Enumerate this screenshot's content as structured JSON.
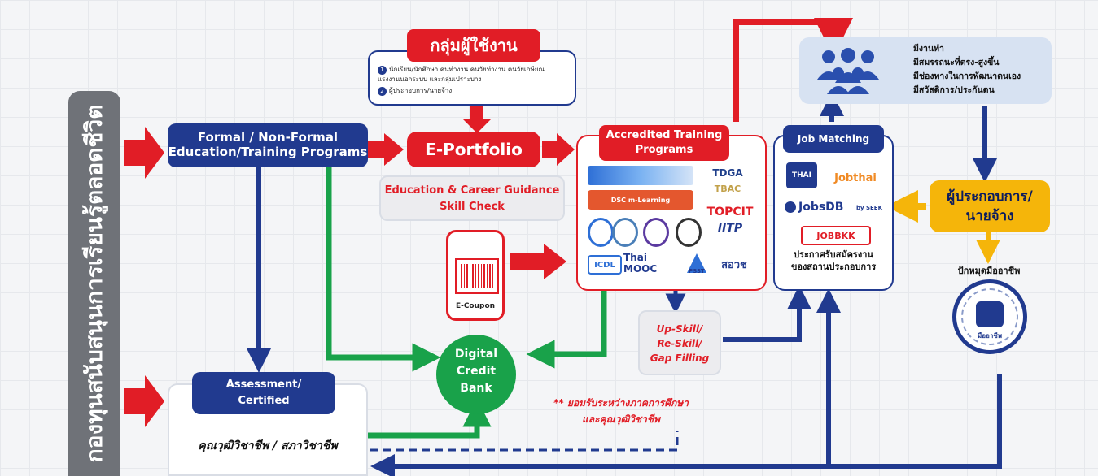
{
  "vertical_banner": "กองทุนสนับสนุนการเรียนรู้ตลอดชีวิต",
  "formal_programs": [
    "Formal / Non-Formal",
    "Education/Training Programs"
  ],
  "user_group": {
    "title": "กลุ่มผู้ใช้งาน",
    "items": [
      {
        "num": "1",
        "text": "นักเรียน/นักศึกษา คนทำงาน คนวัยทำงาน คนวัยเกษียณ แรงงานนอกระบบ และกลุ่มเปราะบาง"
      },
      {
        "num": "2",
        "text": "ผู้ประกอบการ/นายจ้าง"
      }
    ]
  },
  "eportfolio": "E-Portfolio",
  "guidance": [
    "Education & Career Guidance",
    "Skill Check"
  ],
  "ecoupon": "E-Coupon",
  "accredited": {
    "title": [
      "Accredited Training",
      "Programs"
    ],
    "logos": [
      "TDGA",
      "TBAC",
      "DSC m-Learning",
      "TOPCIT",
      "IITP",
      "ICDL",
      "Thai MOOC",
      "PSST",
      "สอวช"
    ]
  },
  "job_matching": {
    "title": "Job Matching",
    "logos": [
      "THAI",
      "Jobthai",
      "JobsDB",
      "by SEEK",
      "JOBBKK"
    ],
    "caption": [
      "ประกาศรับสมัครงาน",
      "ของสถานประกอบการ"
    ]
  },
  "outcomes": [
    "มีงานทำ",
    "มีสมรรถนะที่ตรง-สูงขึ้น",
    "มีช่องทางในการพัฒนาตนเอง",
    "มีสวัสดิการ/ประกันตน"
  ],
  "employer": [
    "ผู้ประกอบการ/",
    "นายจ้าง"
  ],
  "pin_label": "ปักหมุดมืออาชีพ",
  "badge_text": "มืออาชีพ",
  "upskill": [
    "Up-Skill/",
    "Re-Skill/",
    "Gap Filling"
  ],
  "credit_bank": [
    "Digital",
    "Credit",
    "Bank"
  ],
  "credit_note": [
    "** ยอมรับระหว่างภาคการศึกษา",
    "และคุณวุฒิวิชาชีพ"
  ],
  "assessment": {
    "title": [
      "Assessment/",
      "Certified"
    ],
    "qualification": "คุณวุฒิวิชาชีพ / สภาวิชาชีพ"
  },
  "colors": {
    "red": "#e11d26",
    "navy": "#213a8f",
    "green": "#19a24a",
    "amber": "#f5b50a",
    "grey": "#6f7278"
  }
}
